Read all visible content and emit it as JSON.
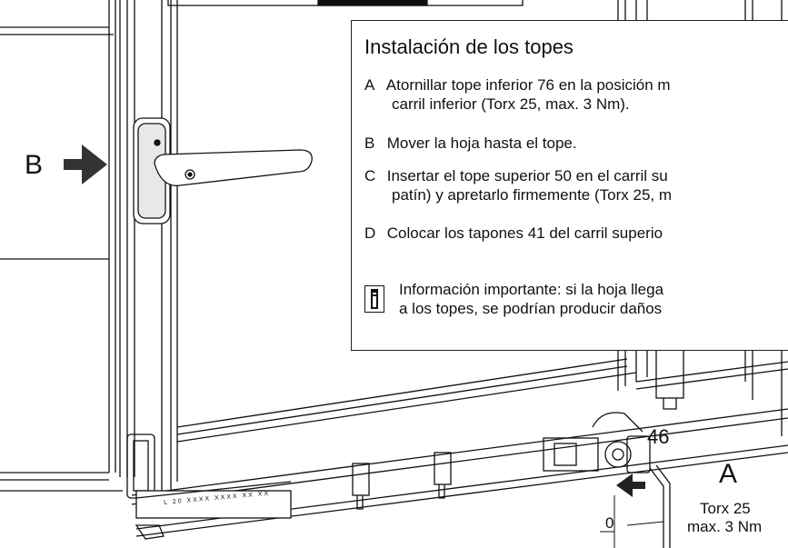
{
  "instructions": {
    "title": "Instalación de los topes",
    "steps": [
      {
        "letter": "A",
        "line1": "Atornillar tope inferior 76 en la posición m",
        "line2": "carril inferior (Torx 25, max. 3 Nm)."
      },
      {
        "letter": "B",
        "line1": "Mover la hoja hasta el tope.",
        "line2": ""
      },
      {
        "letter": "C",
        "line1": "Insertar el tope superior 50 en el carril su",
        "line2": "patín) y apretarlo firmemente (Torx 25, m"
      },
      {
        "letter": "D",
        "line1": "Colocar los tapones 41 del carril superio",
        "line2": ""
      }
    ],
    "note": {
      "line1": "Información importante: si la hoja llega",
      "line2": "a los topes, se podrían producir daños"
    }
  },
  "callouts": {
    "b_label": "B",
    "a_label": "A",
    "part_number": "46",
    "dimension": "0",
    "torque_line1": "Torx 25",
    "torque_line2": "max. 3 Nm"
  },
  "rail_markings": [
    "L",
    "20",
    "XXXX",
    "XXXX",
    "XX",
    "XX"
  ]
}
